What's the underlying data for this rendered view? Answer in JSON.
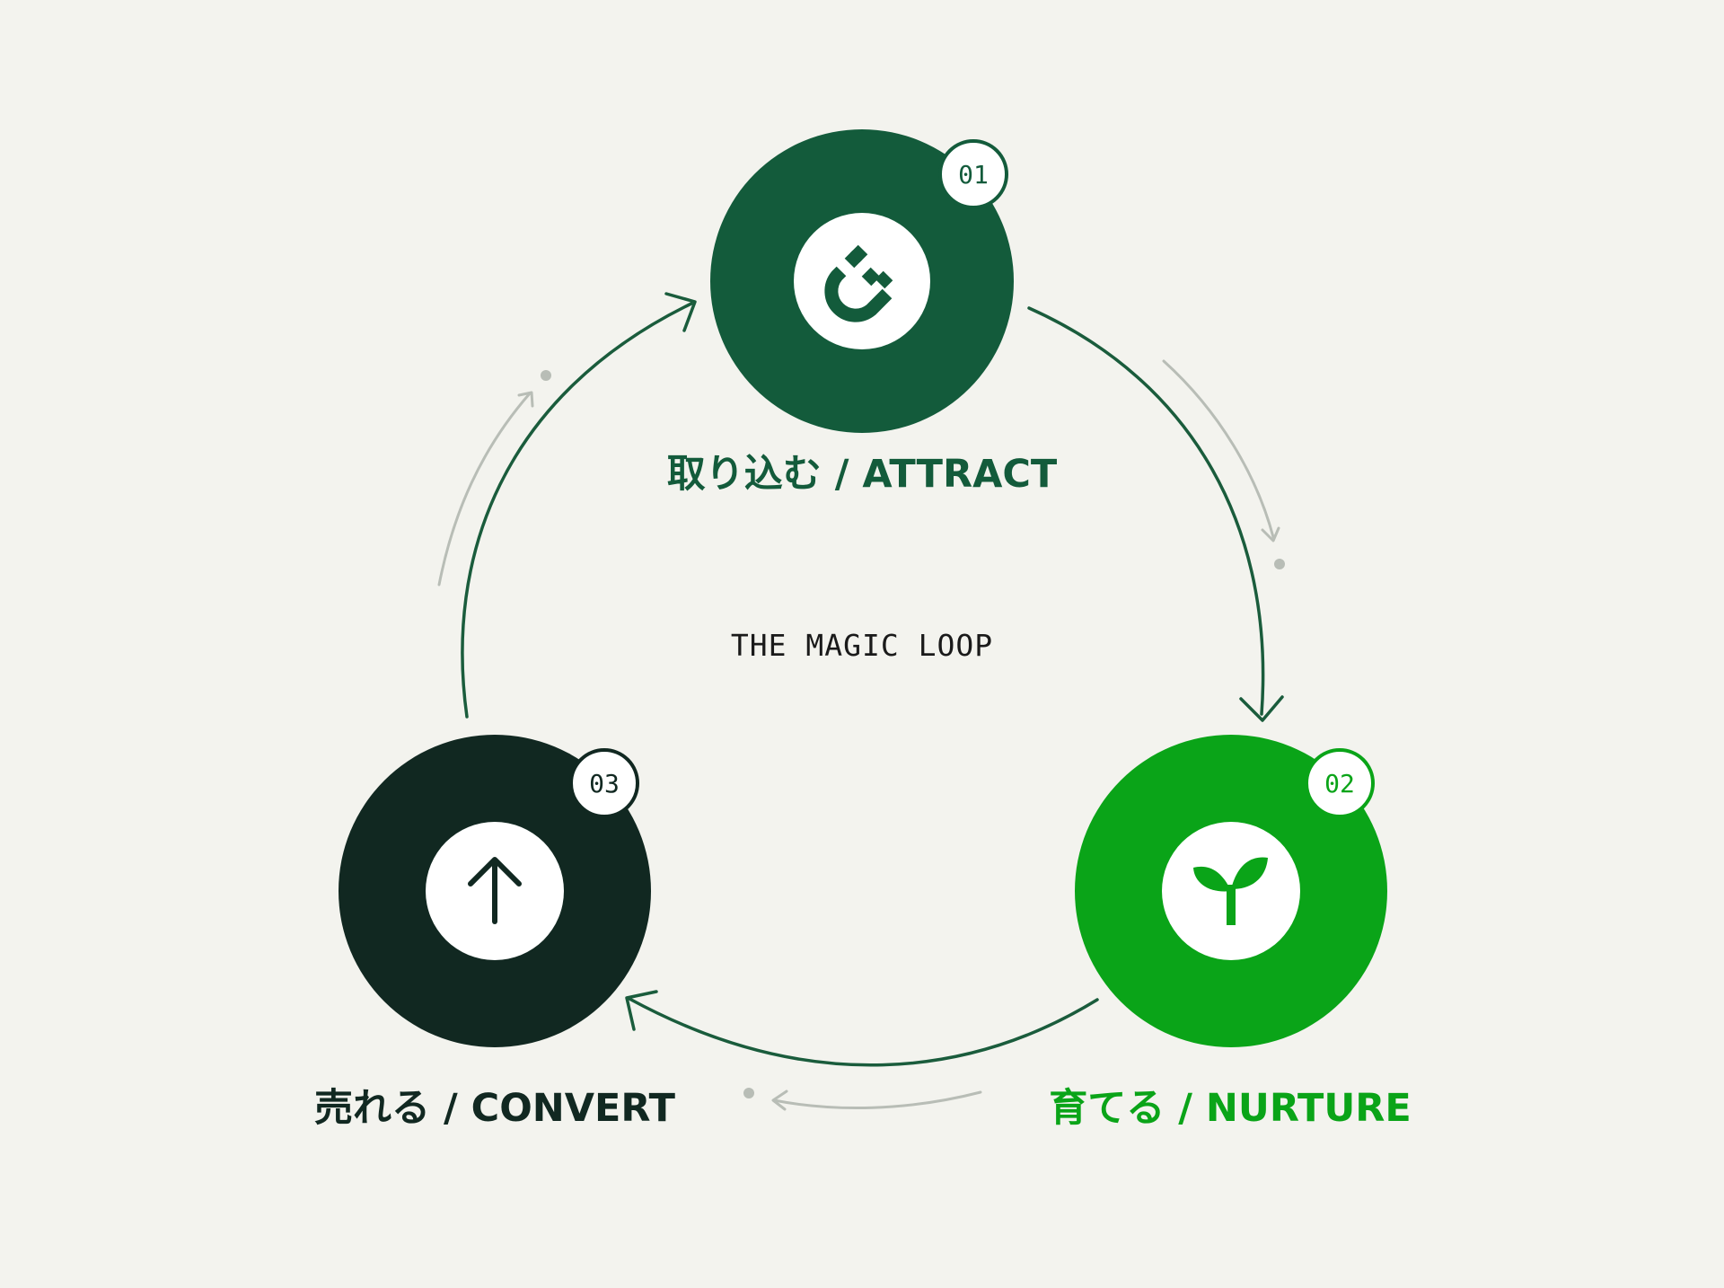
{
  "center_title": "THE MAGIC LOOP",
  "colors": {
    "background": "#f3f3ee",
    "attract": "#135b3b",
    "nurture": "#0aa418",
    "convert": "#112821",
    "badge_bg": "#ffffff",
    "faint_arrow": "#b8bdb6"
  },
  "nodes": [
    {
      "id": "attract",
      "badge": "01",
      "label": "取り込む / ATTRACT",
      "icon": "magnet-icon",
      "color": "#135b3b"
    },
    {
      "id": "nurture",
      "badge": "02",
      "label": "育てる / NURTURE",
      "icon": "sprout-icon",
      "color": "#0aa418"
    },
    {
      "id": "convert",
      "badge": "03",
      "label": "売れる / CONVERT",
      "icon": "arrow-up-icon",
      "color": "#112821"
    }
  ]
}
